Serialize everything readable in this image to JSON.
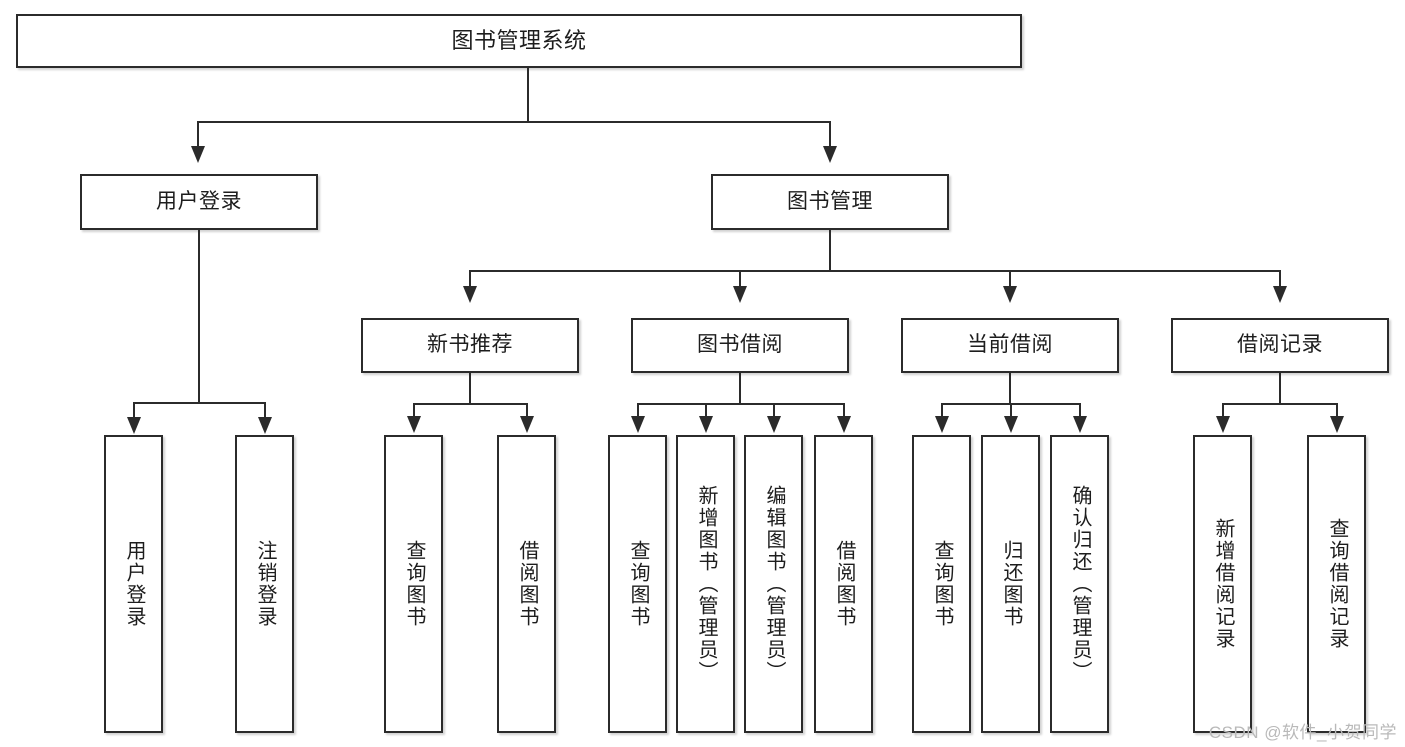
{
  "diagram": {
    "title": "图书管理系统",
    "watermark": "CSDN @软件_小贺同学",
    "colors": {
      "background": "#ffffff",
      "border": "#2b2b2b",
      "text": "#1d1d1d",
      "watermark": "#b9b9b9"
    },
    "levels": {
      "root": {
        "label": "图书管理系统"
      },
      "level2": [
        {
          "label": "用户登录"
        },
        {
          "label": "图书管理"
        }
      ],
      "level3": [
        {
          "label": "新书推荐"
        },
        {
          "label": "图书借阅"
        },
        {
          "label": "当前借阅"
        },
        {
          "label": "借阅记录"
        }
      ],
      "leaves": {
        "user_login": [
          {
            "label": "用户登录"
          },
          {
            "label": "注销登录"
          }
        ],
        "new_book_recommend": [
          {
            "label": "查询图书"
          },
          {
            "label": "借阅图书"
          }
        ],
        "book_borrow": [
          {
            "label": "查询图书"
          },
          {
            "label": "新增图书（管理员）"
          },
          {
            "label": "编辑图书（管理员）"
          },
          {
            "label": "借阅图书"
          }
        ],
        "current_borrow": [
          {
            "label": "查询图书"
          },
          {
            "label": "归还图书"
          },
          {
            "label": "确认归还（管理员）"
          }
        ],
        "borrow_record": [
          {
            "label": "新增借阅记录"
          },
          {
            "label": "查询借阅记录"
          }
        ]
      }
    }
  }
}
